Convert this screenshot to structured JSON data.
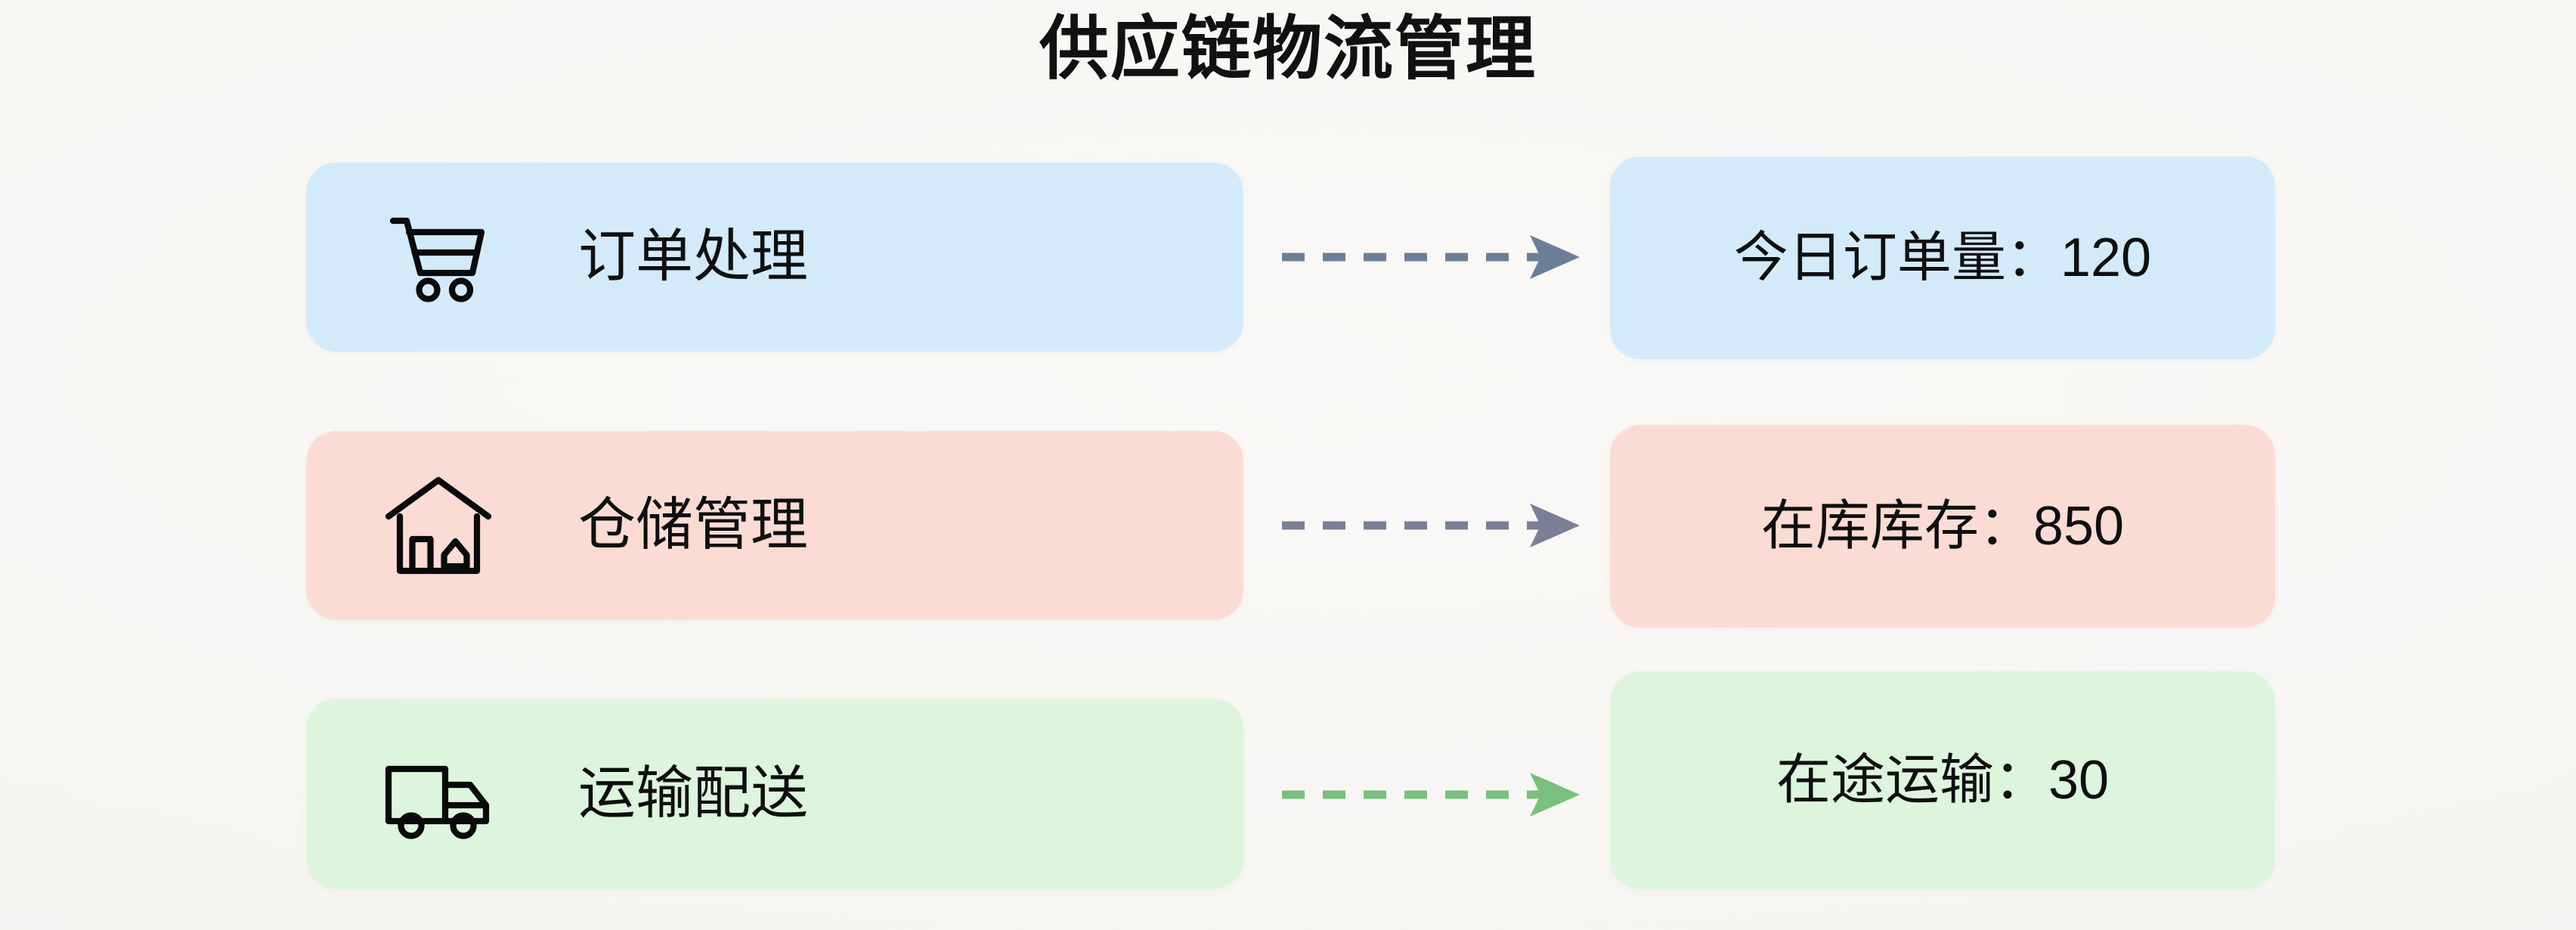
{
  "page": {
    "title": "供应链物流管理",
    "background_color": "#f7f6f4"
  },
  "colors": {
    "card_blue": "#d3eafa",
    "card_pink": "#fbdcd4",
    "card_green": "#ddf5dc",
    "arrow_blue_gray": "#6b7f99",
    "arrow_purple_gray": "#7b7f96",
    "arrow_green": "#79c07e",
    "text": "#0f0f0f"
  },
  "flow": {
    "rows": [
      {
        "stage": {
          "icon": "shopping-cart-icon",
          "label": "订单处理",
          "color": "#d3eafa"
        },
        "arrow": {
          "style": "dashed",
          "direction": "right",
          "color": "#6b7f99"
        },
        "metric": {
          "label": "今日订单量：120",
          "name": "今日订单量",
          "value": "120",
          "color": "#d3eafa"
        }
      },
      {
        "stage": {
          "icon": "warehouse-icon",
          "label": "仓储管理",
          "color": "#fbdcd4"
        },
        "arrow": {
          "style": "dashed",
          "direction": "right",
          "color": "#7b7f96"
        },
        "metric": {
          "label": "在库库存：850",
          "name": "在库库存",
          "value": "850",
          "color": "#fbdcd4"
        }
      },
      {
        "stage": {
          "icon": "delivery-truck-icon",
          "label": "运输配送",
          "color": "#ddf5dc"
        },
        "arrow": {
          "style": "dashed",
          "direction": "right",
          "color": "#79c07e"
        },
        "metric": {
          "label": "在途运输：30",
          "name": "在途运输",
          "value": "30",
          "color": "#ddf5dc"
        }
      }
    ]
  }
}
